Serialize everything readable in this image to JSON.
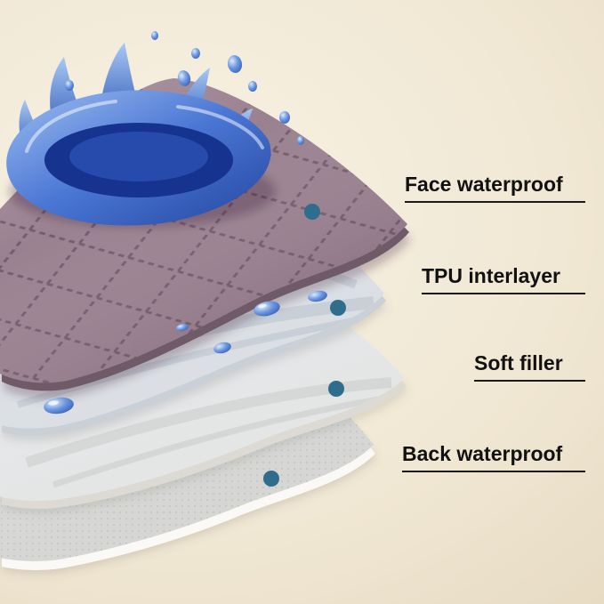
{
  "callouts": [
    {
      "label": "Face waterproof"
    },
    {
      "label": "TPU interlayer"
    },
    {
      "label": "Soft filler"
    },
    {
      "label": "Back waterproof"
    }
  ],
  "colors": {
    "background_top": "#f8f2e4",
    "background_mid": "#f0e7d3",
    "background_bottom": "#e3d6bd",
    "face_layer": "#9a8190",
    "face_layer_edge": "#6f5a68",
    "tpu_layer": "#eef1f4",
    "soft_filler_layer": "#fafaf8",
    "back_layer": "#e7e5df",
    "water_main": "#3a66c8",
    "water_dark": "#16338f",
    "water_light": "#9dbef0",
    "dot": "#2e6d8c",
    "line": "#1a1a1a",
    "text": "#111111"
  }
}
